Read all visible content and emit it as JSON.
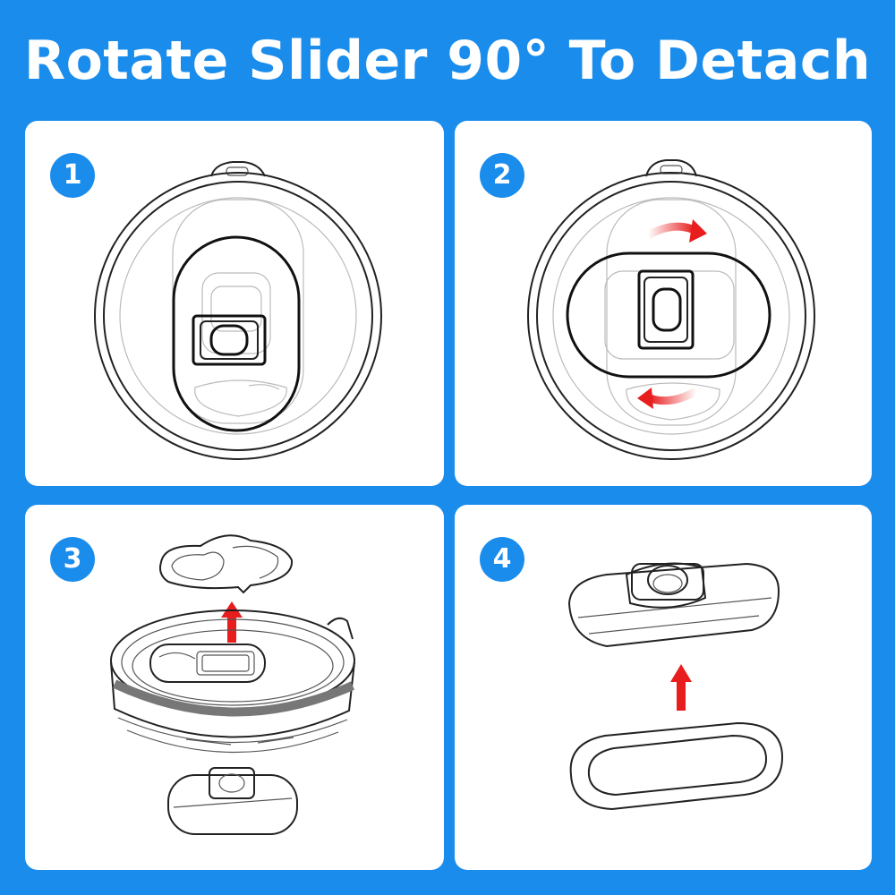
{
  "title": "Rotate Slider 90° To Detach",
  "steps": [
    {
      "number": "1"
    },
    {
      "number": "2"
    },
    {
      "number": "3"
    },
    {
      "number": "4"
    }
  ],
  "colors": {
    "background": "#1a8cec",
    "panel": "#ffffff",
    "arrow": "#e81d1d"
  }
}
